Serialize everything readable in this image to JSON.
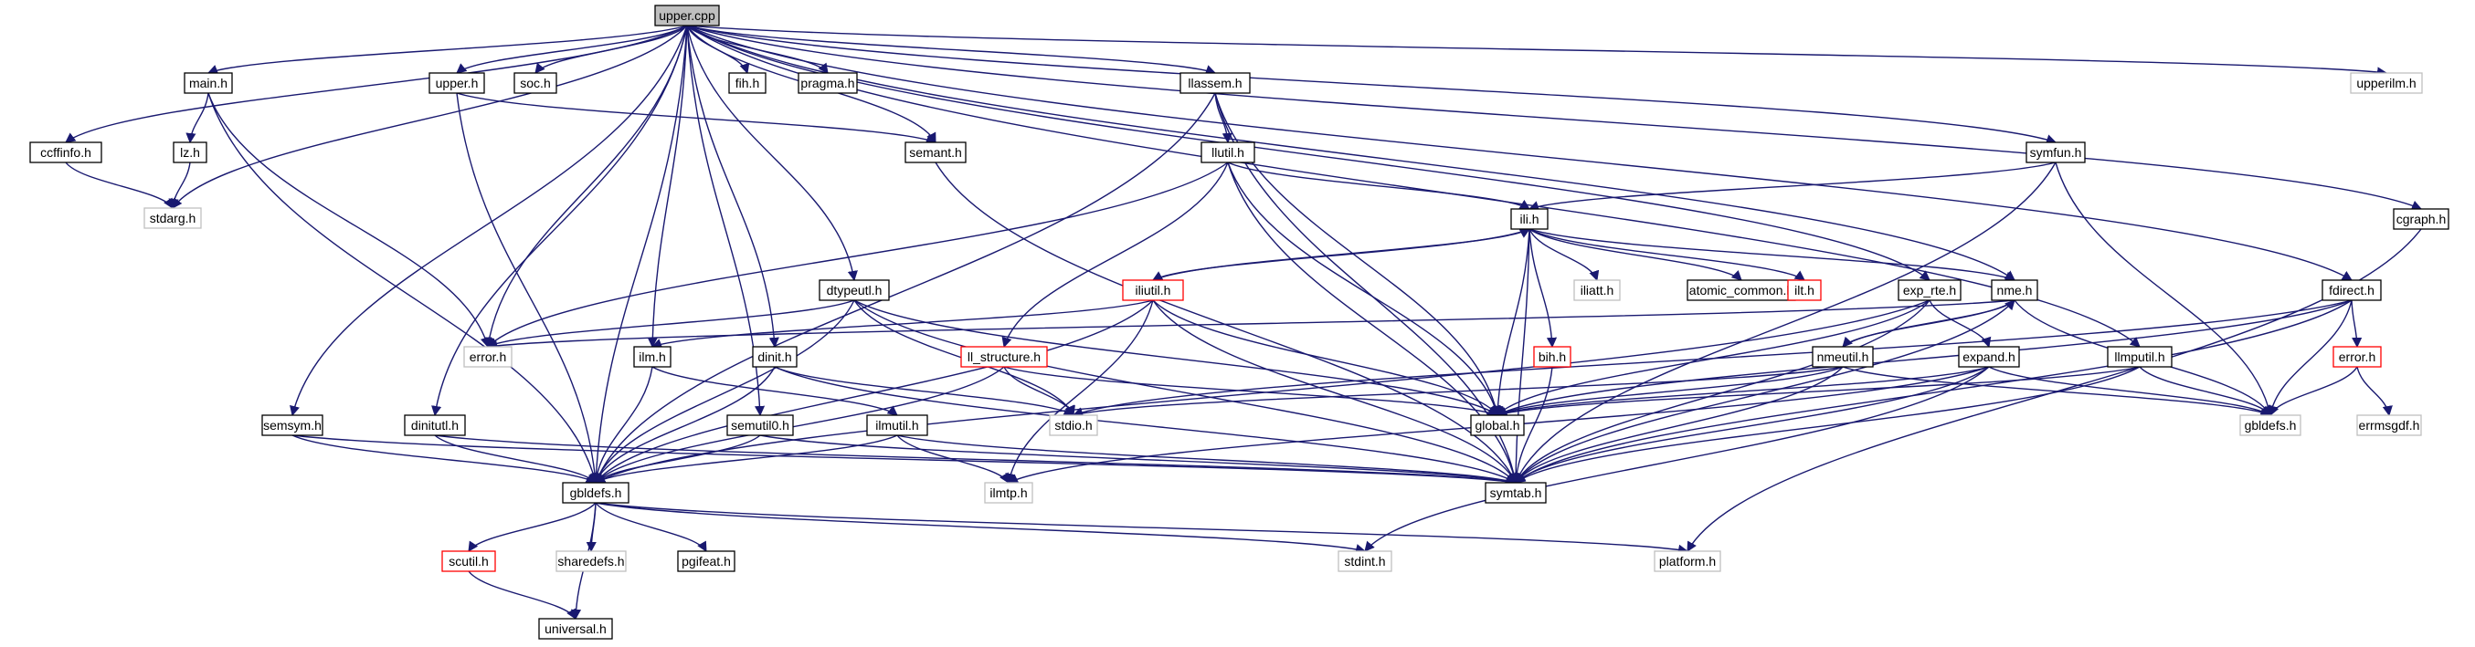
{
  "colors": {
    "edge": "#191970",
    "node_border": "#000000",
    "node_border_external": "#bfbfbf",
    "node_border_truncated": "#ff0000",
    "root_fill": "#bfbfbf",
    "text": "#000000",
    "text_external": "#000000"
  },
  "nodes": [
    {
      "id": "upper_cpp",
      "label": "upper.cpp",
      "kind": "root"
    },
    {
      "id": "main_h",
      "label": "main.h",
      "kind": "file"
    },
    {
      "id": "upper_h",
      "label": "upper.h",
      "kind": "file"
    },
    {
      "id": "soc_h",
      "label": "soc.h",
      "kind": "file"
    },
    {
      "id": "fih_h",
      "label": "fih.h",
      "kind": "file"
    },
    {
      "id": "pragma_h",
      "label": "pragma.h",
      "kind": "file"
    },
    {
      "id": "llassem_h",
      "label": "llassem.h",
      "kind": "file"
    },
    {
      "id": "upperilm_h",
      "label": "upperilm.h",
      "kind": "external"
    },
    {
      "id": "ccffinfo_h",
      "label": "ccffinfo.h",
      "kind": "file"
    },
    {
      "id": "lz_h",
      "label": "lz.h",
      "kind": "file"
    },
    {
      "id": "stdarg_h",
      "label": "stdarg.h",
      "kind": "external"
    },
    {
      "id": "semant_h",
      "label": "semant.h",
      "kind": "file"
    },
    {
      "id": "llutil_h",
      "label": "llutil.h",
      "kind": "file"
    },
    {
      "id": "symfun_h",
      "label": "symfun.h",
      "kind": "file"
    },
    {
      "id": "cgraph_h",
      "label": "cgraph.h",
      "kind": "file"
    },
    {
      "id": "ili_h",
      "label": "ili.h",
      "kind": "file"
    },
    {
      "id": "iliatt_h",
      "label": "iliatt.h",
      "kind": "external"
    },
    {
      "id": "atomic_common_h",
      "label": "atomic_common.h",
      "kind": "file"
    },
    {
      "id": "ilt_h",
      "label": "ilt.h",
      "kind": "truncated"
    },
    {
      "id": "dtypeutl_h",
      "label": "dtypeutl.h",
      "kind": "file"
    },
    {
      "id": "iliutil_h",
      "label": "iliutil.h",
      "kind": "truncated"
    },
    {
      "id": "exp_rte_h",
      "label": "exp_rte.h",
      "kind": "file"
    },
    {
      "id": "nme_h",
      "label": "nme.h",
      "kind": "file"
    },
    {
      "id": "fdirect_h",
      "label": "fdirect.h",
      "kind": "file"
    },
    {
      "id": "error_h_ext",
      "label": "error.h",
      "kind": "external"
    },
    {
      "id": "ilm_h",
      "label": "ilm.h",
      "kind": "file"
    },
    {
      "id": "dinit_h",
      "label": "dinit.h",
      "kind": "file"
    },
    {
      "id": "ll_structure_h",
      "label": "ll_structure.h",
      "kind": "truncated"
    },
    {
      "id": "bih_h",
      "label": "bih.h",
      "kind": "truncated"
    },
    {
      "id": "nmeutil_h",
      "label": "nmeutil.h",
      "kind": "file"
    },
    {
      "id": "expand_h",
      "label": "expand.h",
      "kind": "file"
    },
    {
      "id": "llmputil_h",
      "label": "llmputil.h",
      "kind": "file"
    },
    {
      "id": "error_h",
      "label": "error.h",
      "kind": "truncated"
    },
    {
      "id": "semsym_h",
      "label": "semsym.h",
      "kind": "file"
    },
    {
      "id": "dinitutl_h",
      "label": "dinitutl.h",
      "kind": "file"
    },
    {
      "id": "semutil0_h",
      "label": "semutil0.h",
      "kind": "file"
    },
    {
      "id": "ilmutil_h",
      "label": "ilmutil.h",
      "kind": "file"
    },
    {
      "id": "stdio_h",
      "label": "stdio.h",
      "kind": "external"
    },
    {
      "id": "global_h",
      "label": "global.h",
      "kind": "file"
    },
    {
      "id": "gbldefs_h_right",
      "label": "gbldefs.h",
      "kind": "external"
    },
    {
      "id": "errmsgdf_h",
      "label": "errmsgdf.h",
      "kind": "external"
    },
    {
      "id": "gbldefs_h",
      "label": "gbldefs.h",
      "kind": "file"
    },
    {
      "id": "ilmtp_h",
      "label": "ilmtp.h",
      "kind": "external"
    },
    {
      "id": "symtab_h",
      "label": "symtab.h",
      "kind": "file"
    },
    {
      "id": "scutil_h",
      "label": "scutil.h",
      "kind": "truncated"
    },
    {
      "id": "sharedefs_h",
      "label": "sharedefs.h",
      "kind": "external"
    },
    {
      "id": "pgifeat_h",
      "label": "pgifeat.h",
      "kind": "file"
    },
    {
      "id": "stdint_h",
      "label": "stdint.h",
      "kind": "external"
    },
    {
      "id": "platform_h",
      "label": "platform.h",
      "kind": "external"
    },
    {
      "id": "universal_h",
      "label": "universal.h",
      "kind": "file"
    }
  ],
  "edges": [
    [
      "upper_cpp",
      "main_h"
    ],
    [
      "upper_cpp",
      "upper_h"
    ],
    [
      "upper_cpp",
      "soc_h"
    ],
    [
      "upper_cpp",
      "fih_h"
    ],
    [
      "upper_cpp",
      "pragma_h"
    ],
    [
      "upper_cpp",
      "llassem_h"
    ],
    [
      "upper_cpp",
      "upperilm_h"
    ],
    [
      "upper_cpp",
      "ccffinfo_h"
    ],
    [
      "upper_cpp",
      "stdarg_h"
    ],
    [
      "upper_cpp",
      "semant_h"
    ],
    [
      "upper_cpp",
      "symfun_h"
    ],
    [
      "upper_cpp",
      "cgraph_h"
    ],
    [
      "upper_cpp",
      "dtypeutl_h"
    ],
    [
      "upper_cpp",
      "exp_rte_h"
    ],
    [
      "upper_cpp",
      "nme_h"
    ],
    [
      "upper_cpp",
      "fdirect_h"
    ],
    [
      "upper_cpp",
      "error_h_ext"
    ],
    [
      "upper_cpp",
      "ilm_h"
    ],
    [
      "upper_cpp",
      "dinit_h"
    ],
    [
      "upper_cpp",
      "llmputil_h"
    ],
    [
      "upper_cpp",
      "semsym_h"
    ],
    [
      "upper_cpp",
      "dinitutl_h"
    ],
    [
      "upper_cpp",
      "semutil0_h"
    ],
    [
      "upper_cpp",
      "gbldefs_h"
    ],
    [
      "main_h",
      "lz_h"
    ],
    [
      "main_h",
      "error_h_ext"
    ],
    [
      "main_h",
      "gbldefs_h"
    ],
    [
      "lz_h",
      "stdarg_h"
    ],
    [
      "ccffinfo_h",
      "stdarg_h"
    ],
    [
      "upper_h",
      "semant_h"
    ],
    [
      "upper_h",
      "gbldefs_h"
    ],
    [
      "llassem_h",
      "llutil_h"
    ],
    [
      "llassem_h",
      "global_h"
    ],
    [
      "llassem_h",
      "symtab_h"
    ],
    [
      "llassem_h",
      "gbldefs_h"
    ],
    [
      "semant_h",
      "symtab_h"
    ],
    [
      "llutil_h",
      "ili_h"
    ],
    [
      "llutil_h",
      "ll_structure_h"
    ],
    [
      "llutil_h",
      "global_h"
    ],
    [
      "llutil_h",
      "symtab_h"
    ],
    [
      "llutil_h",
      "error_h_ext"
    ],
    [
      "symfun_h",
      "ili_h"
    ],
    [
      "symfun_h",
      "gbldefs_h_right"
    ],
    [
      "symfun_h",
      "symtab_h"
    ],
    [
      "cgraph_h",
      "platform_h"
    ],
    [
      "ili_h",
      "iliatt_h"
    ],
    [
      "ili_h",
      "atomic_common_h"
    ],
    [
      "ili_h",
      "ilt_h"
    ],
    [
      "ili_h",
      "iliutil_h"
    ],
    [
      "ili_h",
      "nme_h"
    ],
    [
      "ili_h",
      "bih_h"
    ],
    [
      "ili_h",
      "global_h"
    ],
    [
      "ili_h",
      "symtab_h"
    ],
    [
      "iliutil_h",
      "ili_h"
    ],
    [
      "iliutil_h",
      "ilm_h"
    ],
    [
      "iliutil_h",
      "global_h"
    ],
    [
      "iliutil_h",
      "symtab_h"
    ],
    [
      "iliutil_h",
      "gbldefs_h"
    ],
    [
      "iliutil_h",
      "ilmtp_h"
    ],
    [
      "dtypeutl_h",
      "error_h_ext"
    ],
    [
      "dtypeutl_h",
      "stdio_h"
    ],
    [
      "dtypeutl_h",
      "global_h"
    ],
    [
      "dtypeutl_h",
      "symtab_h"
    ],
    [
      "dtypeutl_h",
      "gbldefs_h"
    ],
    [
      "exp_rte_h",
      "expand_h"
    ],
    [
      "exp_rte_h",
      "global_h"
    ],
    [
      "exp_rte_h",
      "symtab_h"
    ],
    [
      "exp_rte_h",
      "gbldefs_h"
    ],
    [
      "nme_h",
      "nmeutil_h"
    ],
    [
      "nme_h",
      "gbldefs_h_right"
    ],
    [
      "nme_h",
      "symtab_h"
    ],
    [
      "nme_h",
      "error_h_ext"
    ],
    [
      "fdirect_h",
      "error_h"
    ],
    [
      "fdirect_h",
      "gbldefs_h_right"
    ],
    [
      "fdirect_h",
      "symtab_h"
    ],
    [
      "fdirect_h",
      "global_h"
    ],
    [
      "fdirect_h",
      "stdio_h"
    ],
    [
      "error_h",
      "gbldefs_h_right"
    ],
    [
      "error_h",
      "errmsgdf_h"
    ],
    [
      "ilm_h",
      "ilmutil_h"
    ],
    [
      "ilm_h",
      "gbldefs_h"
    ],
    [
      "dinit_h",
      "gbldefs_h"
    ],
    [
      "dinit_h",
      "symtab_h"
    ],
    [
      "dinit_h",
      "stdio_h"
    ],
    [
      "ll_structure_h",
      "stdio_h"
    ],
    [
      "ll_structure_h",
      "global_h"
    ],
    [
      "ll_structure_h",
      "gbldefs_h"
    ],
    [
      "bih_h",
      "symtab_h"
    ],
    [
      "nmeutil_h",
      "nme_h"
    ],
    [
      "nmeutil_h",
      "global_h"
    ],
    [
      "nmeutil_h",
      "symtab_h"
    ],
    [
      "nmeutil_h",
      "gbldefs_h_right"
    ],
    [
      "nmeutil_h",
      "stdio_h"
    ],
    [
      "expand_h",
      "global_h"
    ],
    [
      "expand_h",
      "symtab_h"
    ],
    [
      "expand_h",
      "gbldefs_h_right"
    ],
    [
      "expand_h",
      "stdint_h"
    ],
    [
      "expand_h",
      "ilmtp_h"
    ],
    [
      "llmputil_h",
      "gbldefs_h_right"
    ],
    [
      "llmputil_h",
      "symtab_h"
    ],
    [
      "llmputil_h",
      "global_h"
    ],
    [
      "semsym_h",
      "gbldefs_h"
    ],
    [
      "semsym_h",
      "symtab_h"
    ],
    [
      "dinitutl_h",
      "gbldefs_h"
    ],
    [
      "dinitutl_h",
      "symtab_h"
    ],
    [
      "semutil0_h",
      "gbldefs_h"
    ],
    [
      "semutil0_h",
      "symtab_h"
    ],
    [
      "ilmutil_h",
      "gbldefs_h"
    ],
    [
      "ilmutil_h",
      "symtab_h"
    ],
    [
      "ilmutil_h",
      "ilmtp_h"
    ],
    [
      "gbldefs_h",
      "scutil_h"
    ],
    [
      "gbldefs_h",
      "sharedefs_h"
    ],
    [
      "gbldefs_h",
      "pgifeat_h"
    ],
    [
      "gbldefs_h",
      "universal_h"
    ],
    [
      "gbldefs_h",
      "stdint_h"
    ],
    [
      "gbldefs_h",
      "platform_h"
    ],
    [
      "scutil_h",
      "universal_h"
    ]
  ]
}
